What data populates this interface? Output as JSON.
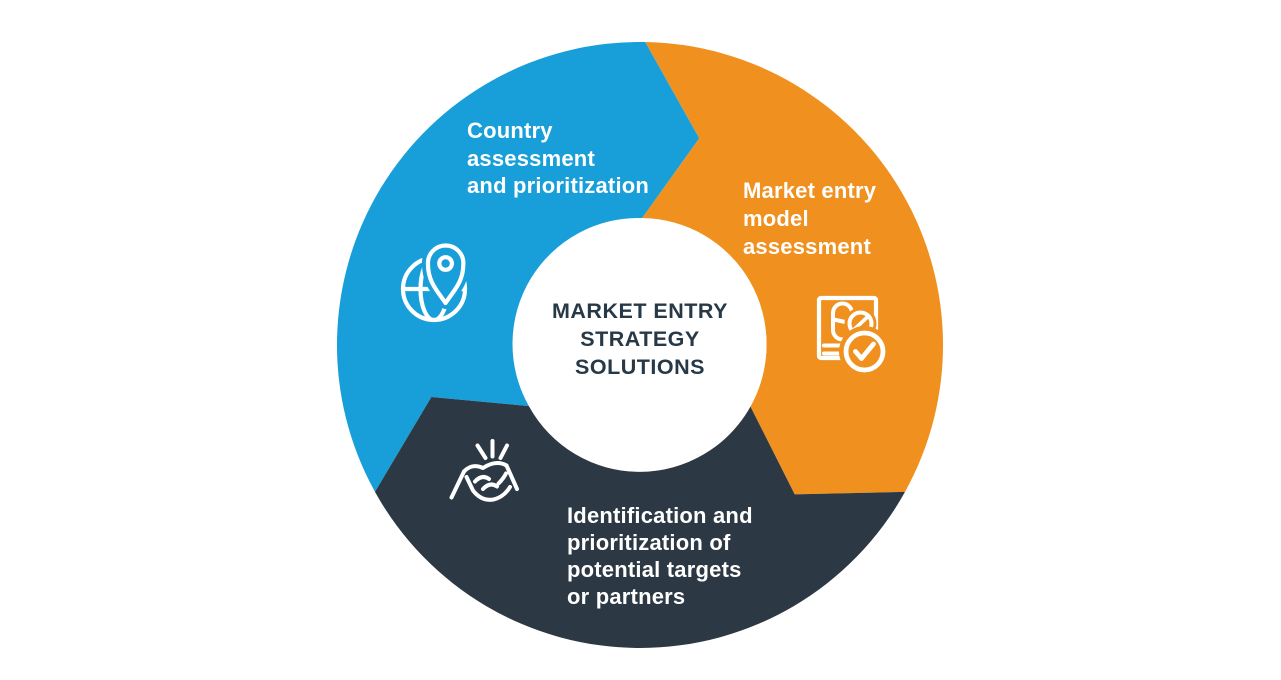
{
  "title": {
    "lines": [
      "MARKET ENTRY",
      "STRATEGY",
      "SOLUTIONS"
    ],
    "text_color": "#273846"
  },
  "colors": {
    "blue": "#189fd9",
    "orange": "#f0911f",
    "dark": "#2c3844",
    "icon_stroke": "#ffffff",
    "background": "#ffffff"
  },
  "segments": [
    {
      "name": "country-assessment",
      "color": "#189fd9",
      "icon": "globe-location-icon",
      "label_lines": [
        "Country",
        "assessment",
        "and prioritization"
      ]
    },
    {
      "name": "market-entry-model",
      "color": "#f0911f",
      "icon": "document-pills-check-icon",
      "label_lines": [
        "Market entry",
        "model",
        "assessment"
      ]
    },
    {
      "name": "identification-targets",
      "color": "#2c3844",
      "icon": "handshake-icon",
      "label_lines": [
        "Identification and",
        "prioritization of",
        "potential targets",
        "or partners"
      ]
    }
  ]
}
